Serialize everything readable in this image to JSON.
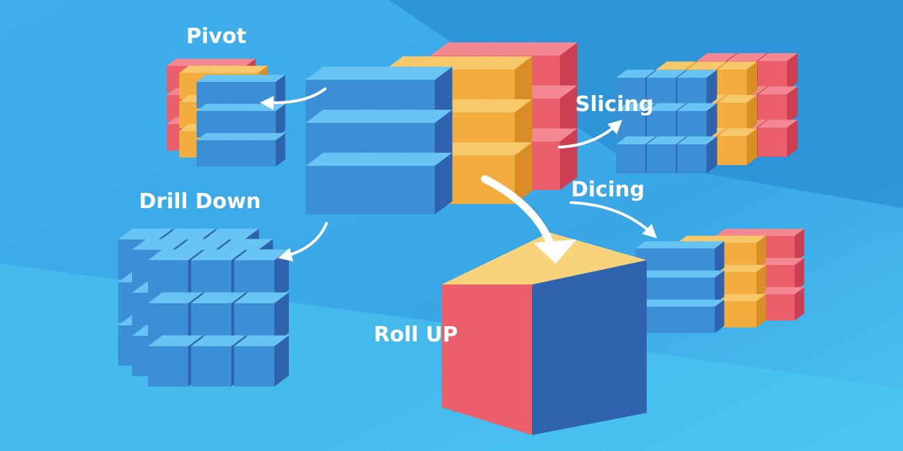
{
  "labels": {
    "pivot": "Pivot",
    "slicing": "Slicing",
    "drill_down": "Drill Down",
    "dicing": "Dicing",
    "roll_up": "Roll UP"
  },
  "colors": {
    "background_top_right": "#2a8fd2",
    "background_left": "#3fb0ec",
    "background_bottom": "#49c3ef",
    "blue_cube_front": "#3b8fd4",
    "blue_cube_side": "#2f63ad",
    "blue_cube_top": "#67c4f3",
    "orange_cube_front": "#f2ad3e",
    "orange_cube_side": "#d88d25",
    "orange_cube_top": "#f7c86a",
    "red_cube_front": "#ea5f6a",
    "red_cube_side": "#cc3f52",
    "red_cube_top": "#f48892",
    "arrow": "#ffffff",
    "label_text": "#ffffff"
  }
}
